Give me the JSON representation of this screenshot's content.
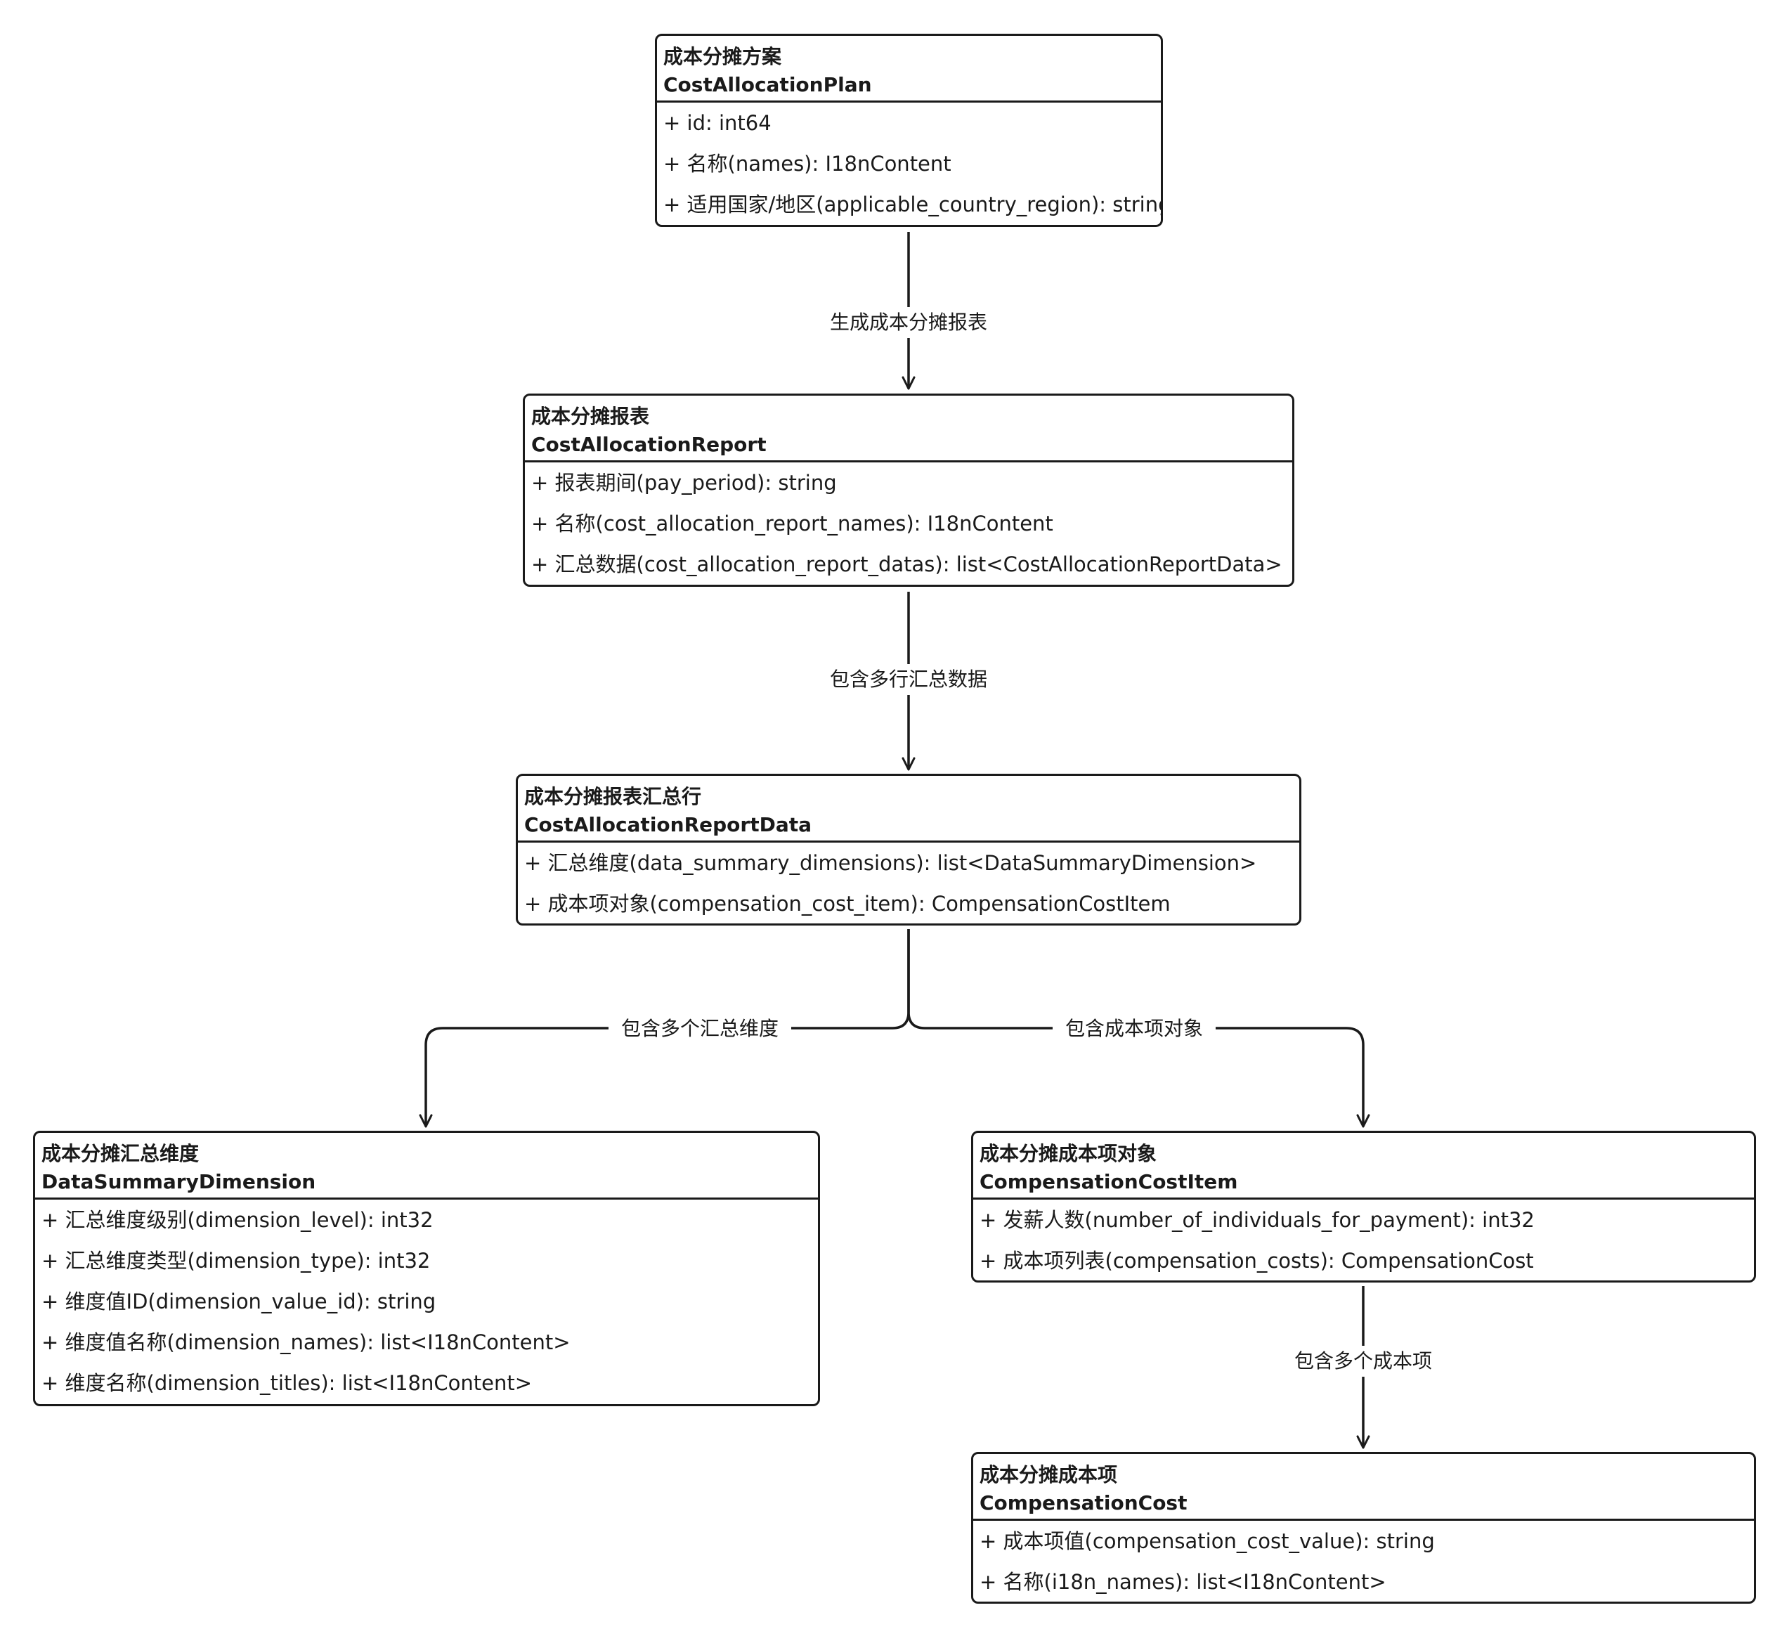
{
  "classes": {
    "plan": {
      "name_cn": "成本分摊方案",
      "name_en": "CostAllocationPlan",
      "attributes": [
        "+ id: int64",
        "+ 名称(names): I18nContent",
        "+ 适用国家/地区(applicable_country_region): string"
      ]
    },
    "report": {
      "name_cn": "成本分摊报表",
      "name_en": "CostAllocationReport",
      "attributes": [
        "+ 报表期间(pay_period): string",
        "+ 名称(cost_allocation_report_names): I18nContent",
        "+ 汇总数据(cost_allocation_report_datas): list<CostAllocationReportData>"
      ]
    },
    "report_data": {
      "name_cn": "成本分摊报表汇总行",
      "name_en": "CostAllocationReportData",
      "attributes": [
        "+ 汇总维度(data_summary_dimensions): list<DataSummaryDimension>",
        "+ 成本项对象(compensation_cost_item): CompensationCostItem"
      ]
    },
    "dimension": {
      "name_cn": "成本分摊汇总维度",
      "name_en": "DataSummaryDimension",
      "attributes": [
        "+ 汇总维度级别(dimension_level): int32",
        "+ 汇总维度类型(dimension_type): int32",
        "+ 维度值ID(dimension_value_id): string",
        "+ 维度值名称(dimension_names): list<I18nContent>",
        "+ 维度名称(dimension_titles): list<I18nContent>"
      ]
    },
    "cost_item": {
      "name_cn": "成本分摊成本项对象",
      "name_en": "CompensationCostItem",
      "attributes": [
        "+ 发薪人数(number_of_individuals_for_payment): int32",
        "+ 成本项列表(compensation_costs): CompensationCost"
      ]
    },
    "cost": {
      "name_cn": "成本分摊成本项",
      "name_en": "CompensationCost",
      "attributes": [
        "+ 成本项值(compensation_cost_value): string",
        "+ 名称(i18n_names): list<I18nContent>"
      ]
    }
  },
  "relations": {
    "plan_to_report": "生成成本分摊报表",
    "report_to_data": "包含多行汇总数据",
    "data_to_dimension": "包含多个汇总维度",
    "data_to_cost_item": "包含成本项对象",
    "cost_item_to_cost": "包含多个成本项"
  },
  "colors": {
    "line": "#1a1a1a",
    "background": "#ffffff"
  }
}
